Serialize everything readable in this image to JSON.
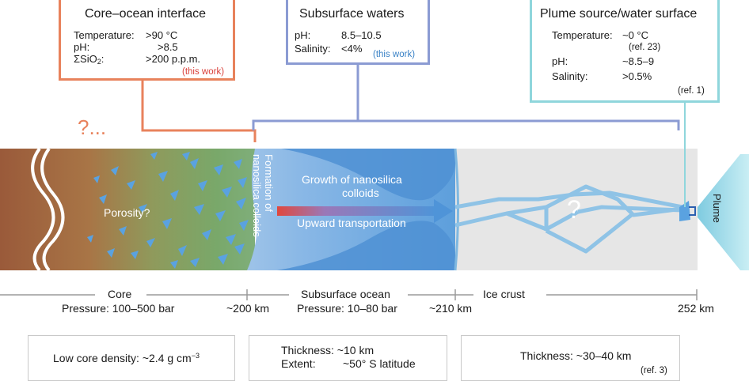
{
  "core_box": {
    "title": "Core–ocean interface",
    "temp_label": "Temperature:",
    "temp_value": ">90 °C",
    "ph_label": "pH:",
    "ph_value": ">8.5",
    "sio2_label": "ΣSiO",
    "sio2_sub": "2",
    "sio2_colon": ":",
    "sio2_value": ">200 p.p.m.",
    "source": "(this work)"
  },
  "subsurface_box": {
    "title": "Subsurface waters",
    "ph_label": "pH:",
    "ph_value": "8.5–10.5",
    "salinity_label": "Salinity:",
    "salinity_value": "<4%",
    "source": "(this work)"
  },
  "plume_box": {
    "title": "Plume source/water surface",
    "temp_label": "Temperature:",
    "temp_value": "~0 °C",
    "temp_ref": "(ref. 23)",
    "ph_label": "pH:",
    "ph_value": "~8.5–9",
    "salinity_label": "Salinity:",
    "salinity_value": ">0.5%",
    "ref": "(ref. 1)"
  },
  "diagram": {
    "question_core": "?...",
    "porosity": "Porosity?",
    "formation_line1": "Formation of",
    "formation_line2": "nanosilica colloids",
    "growth_line1": "Growth of nanosilica",
    "growth_line2": "colloids",
    "upward": "Upward transportation",
    "question_ice": "?",
    "plume": "Plume"
  },
  "scale": {
    "core_label": "Core",
    "core_pressure": "Pressure: 100–500 bar",
    "km200": "~200 km",
    "ocean_label": "Subsurface ocean",
    "ocean_pressure": "Pressure: 10–80 bar",
    "km210": "~210 km",
    "ice_label": "Ice crust",
    "km252": "252 km"
  },
  "bottom_boxes": {
    "core_density_prefix": "Low core density: ~2.4 g cm",
    "core_density_sup": "−3",
    "ocean_thickness": "Thickness: ~10 km",
    "ocean_extent_label": "Extent:",
    "ocean_extent_value": "~50° S latitude",
    "ice_thickness": "Thickness: ~30–40 km",
    "ice_ref": "(ref. 3)"
  },
  "colors": {
    "core_box": "#e8825c",
    "subsurface_box": "#8b9bd3",
    "plume_box": "#8fd6dc",
    "ocean_blue": "#5d9fdc",
    "ice_grey": "#e6e6e6"
  }
}
